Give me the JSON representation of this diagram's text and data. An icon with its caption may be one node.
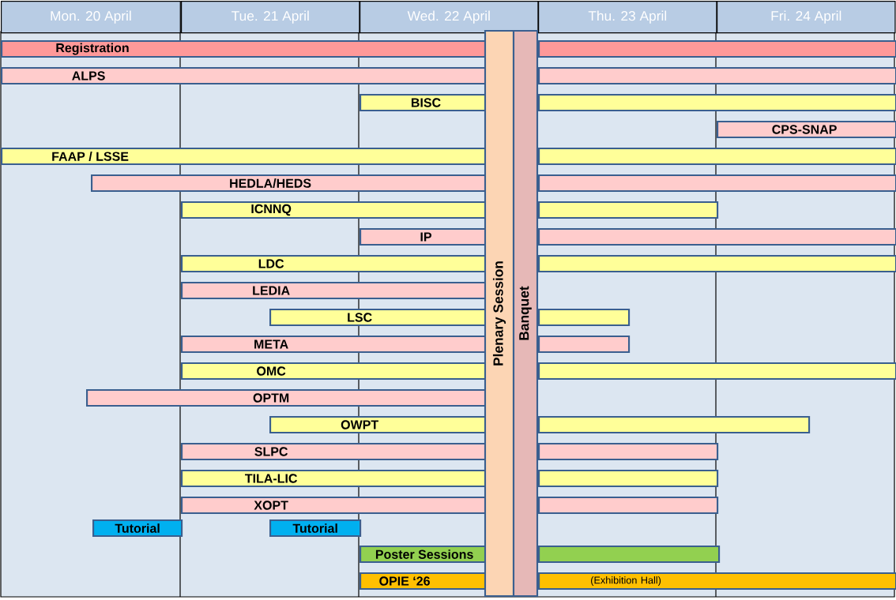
{
  "diagram": {
    "nodes": [
      {
        "text": [
          "Mon. 20 April"
        ]
      },
      {
        "text": [
          "Tue. 21 April"
        ]
      },
      {
        "text": [
          "Wed. 22 April"
        ]
      },
      {
        "text": [
          "Thu. 23 April"
        ]
      },
      {
        "text": [
          "Fri. 24 April"
        ]
      },
      {
        "text": [
          "Registration"
        ]
      },
      {
        "text": [],
        "shape": "bar"
      },
      {
        "text": [
          "ALPS"
        ]
      },
      {
        "text": [],
        "shape": "bar"
      },
      {
        "text": [
          "BISC"
        ]
      },
      {
        "text": [],
        "shape": "bar"
      },
      {
        "text": [
          "CPS-SNAP"
        ]
      },
      {
        "text": [
          "FAAP / LSSE"
        ]
      },
      {
        "text": [],
        "shape": "bar"
      },
      {
        "text": [
          "HEDLA/HEDS"
        ]
      },
      {
        "text": [],
        "shape": "bar"
      },
      {
        "text": [
          "ICNNQ"
        ]
      },
      {
        "text": [],
        "shape": "bar"
      },
      {
        "text": [
          "IP"
        ]
      },
      {
        "text": [],
        "shape": "bar"
      },
      {
        "text": [
          "LDC"
        ]
      },
      {
        "text": [],
        "shape": "bar"
      },
      {
        "text": [
          "LEDIA"
        ]
      },
      {
        "text": [
          "LSC"
        ]
      },
      {
        "text": [],
        "shape": "bar"
      },
      {
        "text": [
          "META"
        ]
      },
      {
        "text": [],
        "shape": "bar"
      },
      {
        "text": [
          "OMC"
        ]
      },
      {
        "text": [],
        "shape": "bar"
      },
      {
        "text": [
          "OPTM"
        ]
      },
      {
        "text": [
          "OWPT"
        ]
      },
      {
        "text": [],
        "shape": "bar"
      },
      {
        "text": [
          "SLPC"
        ]
      },
      {
        "text": [],
        "shape": "bar"
      },
      {
        "text": [
          "TILA-LIC"
        ]
      },
      {
        "text": [],
        "shape": "bar"
      },
      {
        "text": [
          "XOPT"
        ]
      },
      {
        "text": [],
        "shape": "bar"
      },
      {
        "text": [
          "Tutorial"
        ]
      },
      {
        "text": [
          "Tutorial"
        ]
      },
      {
        "text": [
          "Poster Sessions"
        ]
      },
      {
        "text": [],
        "shape": "bar"
      },
      {
        "text": [
          "OPIE ‘26"
        ]
      },
      {
        "text": [
          "(Exhibition Hall)"
        ]
      },
      {
        "text": [
          "Plenary Session"
        ]
      },
      {
        "text": [
          "Banquet"
        ]
      }
    ]
  }
}
